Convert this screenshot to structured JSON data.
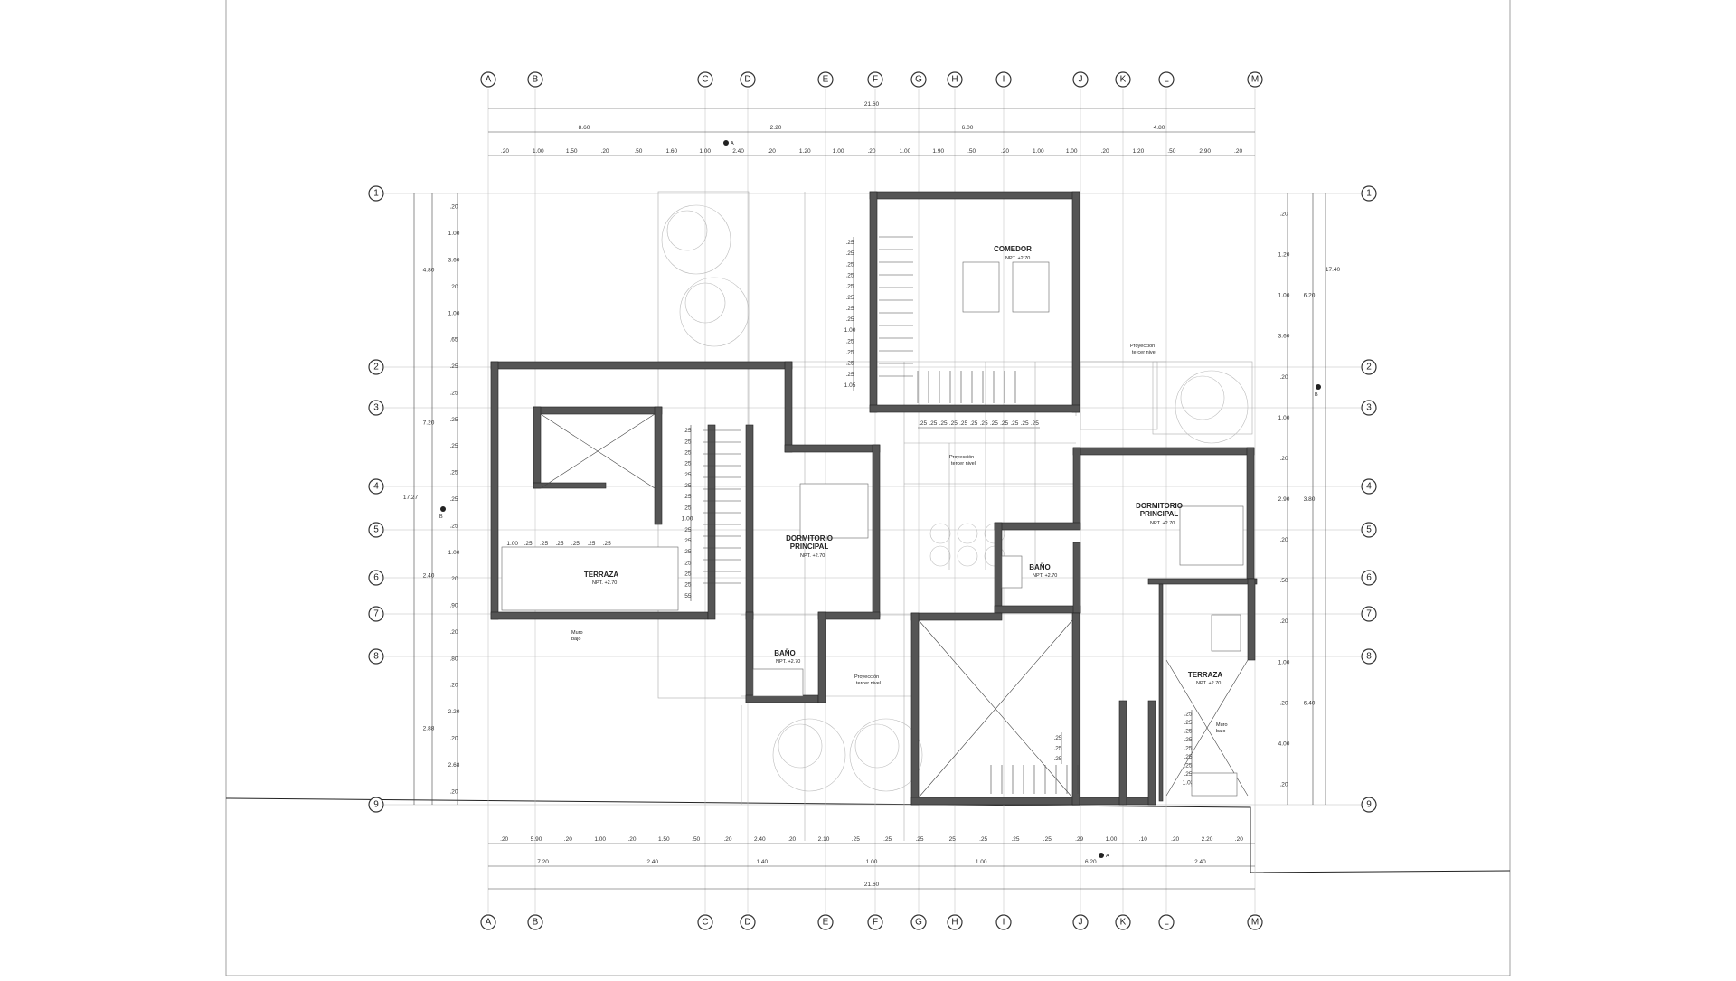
{
  "grid_x": [
    "A",
    "B",
    "C",
    "D",
    "E",
    "F",
    "G",
    "H",
    "I",
    "J",
    "K",
    "L",
    "M"
  ],
  "grid_y": [
    "1",
    "2",
    "3",
    "4",
    "5",
    "6",
    "7",
    "8",
    "9"
  ],
  "dims_top_total": "21.60",
  "dims_top_mid": [
    "8.60",
    "2.20",
    "6.00",
    "4.80"
  ],
  "dims_top_small": [
    ".20",
    "1.00",
    "1.50",
    ".20",
    ".50",
    "1.60",
    "1.00",
    "2.40",
    ".20",
    "1.20",
    "1.00",
    ".20",
    "1.00",
    "1.90",
    ".50",
    ".20",
    "1.00",
    "1.00",
    ".20",
    "1.20",
    ".50",
    "2.90",
    ".20"
  ],
  "dims_bottom_small": [
    ".20",
    "5.90",
    ".20",
    "1.00",
    ".20",
    "1.50",
    ".50",
    ".20",
    "2.40",
    ".20",
    "2.10",
    ".25",
    ".25",
    ".25",
    ".25",
    ".25",
    ".25",
    ".25",
    ".29",
    "1.00",
    ".10",
    ".20",
    "2.20",
    ".20"
  ],
  "dims_bottom_mid": [
    "7.20",
    "2.40",
    "1.40",
    "1.00",
    "1.00",
    "6.20",
    "2.40"
  ],
  "dims_bottom_total": "21.60",
  "dims_left_outer": [
    "4.80",
    "7.20",
    "2.40",
    "2.88"
  ],
  "dims_left_total": "17.27",
  "dims_left_inner": [
    ".20",
    "1.00",
    "3.60",
    ".20",
    "1.00",
    ".65",
    ".25",
    ".25",
    ".25",
    ".25",
    ".25",
    ".25",
    ".25",
    "1.00",
    ".20",
    ".90",
    ".20",
    ".80",
    ".20",
    "2.20",
    ".20",
    "2.68",
    ".20"
  ],
  "dims_right_outer": [
    "6.20",
    "3.80",
    "6.40"
  ],
  "dims_right_total": "17.40",
  "dims_right_inner": [
    ".20",
    "1.20",
    "1.00",
    "3.60",
    ".20",
    "1.00",
    ".20",
    "2.90",
    ".20",
    ".50",
    ".20",
    "1.00",
    ".20",
    "4.00",
    ".20"
  ],
  "rooms": [
    {
      "name": "COMEDOR",
      "level": "NPT. +2.70"
    },
    {
      "name": "DORMITORIO",
      "name2": "PRINCIPAL",
      "level": "NPT. +2.70"
    },
    {
      "name": "DORMITORIO",
      "name2": "PRINCIPAL",
      "level": "NPT. +2.70"
    },
    {
      "name": "BAÑO",
      "level": "NPT. +2.70"
    },
    {
      "name": "BAÑO",
      "level": "NPT. +2.70"
    },
    {
      "name": "TERRAZA",
      "level": "NPT. +2.70"
    },
    {
      "name": "TERRAZA",
      "level": "NPT. +2.70"
    }
  ],
  "notes": {
    "proyeccion": "Proyección",
    "tercer_nivel": "tercer nivel",
    "muro": "Muro",
    "bajo": "bajo"
  },
  "section_marks": [
    "A",
    "B"
  ],
  "stair_dims": {
    "comedor_vertical": [
      ".25",
      ".25",
      ".25",
      ".25",
      ".25",
      ".25",
      ".25",
      ".25",
      "1.00",
      ".25",
      ".25",
      ".25",
      ".25",
      "1.05"
    ],
    "comedor_horizontal": [
      ".25",
      ".25",
      ".25",
      ".25",
      ".25",
      ".25",
      ".25",
      ".25",
      ".25",
      ".25",
      ".25",
      ".25"
    ],
    "left_stair": [
      ".25",
      ".25",
      ".25",
      ".25",
      ".25",
      ".25",
      ".25",
      ".25",
      "1.00",
      ".25",
      ".25",
      ".25",
      ".25",
      ".25",
      ".25",
      ".55"
    ],
    "terraza_row": [
      "1.00",
      ".25",
      ".25",
      ".25",
      ".25",
      ".25",
      ".25"
    ],
    "right_stair": [
      ".25",
      ".25",
      ".25"
    ],
    "terraza_right": [
      ".25",
      ".25",
      ".25",
      ".25",
      ".25",
      ".25",
      ".25",
      ".25",
      "1.03"
    ]
  }
}
